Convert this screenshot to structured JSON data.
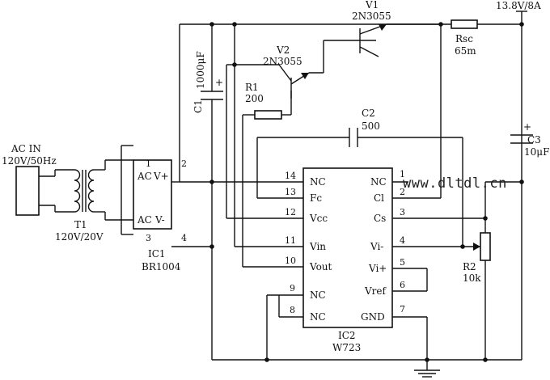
{
  "ac_input": {
    "label_line1": "AC IN",
    "label_line2": "120V/50Hz"
  },
  "transformer": {
    "ref": "T1",
    "rating": "120V/20V"
  },
  "bridge": {
    "ref": "IC1",
    "part": "BR1004",
    "pins": {
      "ac1": "AC",
      "ac2": "AC",
      "vplus": "V+",
      "vminus": "V-"
    },
    "pin_numbers": [
      "1",
      "2",
      "3",
      "4"
    ]
  },
  "transistors": {
    "v1": {
      "ref": "V1",
      "part": "2N3055"
    },
    "v2": {
      "ref": "V2",
      "part": "2N3055"
    }
  },
  "resistors": {
    "r1": {
      "ref": "R1",
      "value": "200"
    },
    "rsc": {
      "ref": "Rsc",
      "value": "65m"
    },
    "r2": {
      "ref": "R2",
      "value": "10k"
    }
  },
  "capacitors": {
    "c1": {
      "ref": "C1",
      "value": "1000μF",
      "polarity": "+"
    },
    "c2": {
      "ref": "C2",
      "value": "500"
    },
    "c3": {
      "ref": "C3",
      "value": "10μF",
      "polarity": "+"
    }
  },
  "output": {
    "label": "13.8V/8A"
  },
  "regulator": {
    "ref": "IC2",
    "part": "W723",
    "left_pins": [
      {
        "num": "14",
        "name": "NC"
      },
      {
        "num": "13",
        "name": "Fc"
      },
      {
        "num": "12",
        "name": "Vcc"
      },
      {
        "num": "11",
        "name": "Vin"
      },
      {
        "num": "10",
        "name": "Vout"
      },
      {
        "num": "9",
        "name": "NC"
      },
      {
        "num": "8",
        "name": "NC"
      }
    ],
    "right_pins": [
      {
        "num": "1",
        "name": "NC"
      },
      {
        "num": "2",
        "name": "Cl"
      },
      {
        "num": "3",
        "name": "Cs"
      },
      {
        "num": "4",
        "name": "Vi-"
      },
      {
        "num": "5",
        "name": "Vi+"
      },
      {
        "num": "6",
        "name": "Vref"
      },
      {
        "num": "7",
        "name": "GND"
      }
    ]
  },
  "watermark": "www.dltdl.cn"
}
